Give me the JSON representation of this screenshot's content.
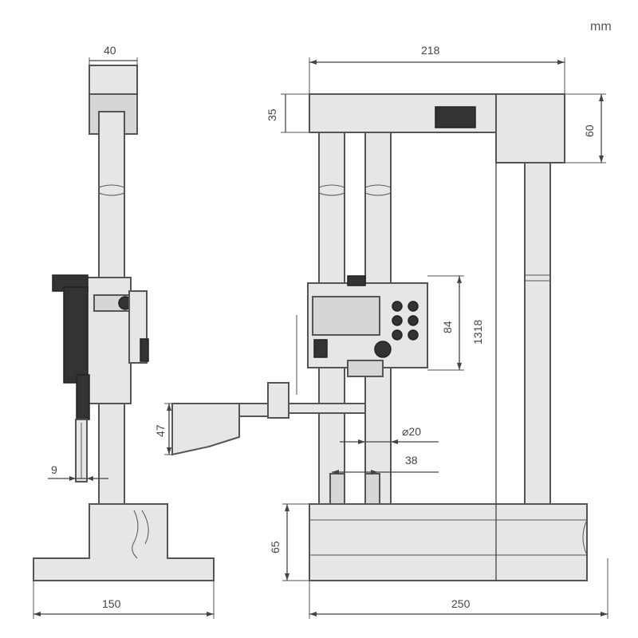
{
  "unit_label": "mm",
  "dimensions": {
    "side_top_width": "40",
    "side_base_width": "150",
    "side_small_offset": "9",
    "front_overall_width": "218",
    "front_base_width": "250",
    "front_top_height": "35",
    "front_right_drop": "60",
    "front_display_height": "84",
    "front_total_height": "1318",
    "front_base_height": "65",
    "front_probe_height": "47",
    "front_column_diameter": "⌀20",
    "front_column_spacing": "38"
  }
}
